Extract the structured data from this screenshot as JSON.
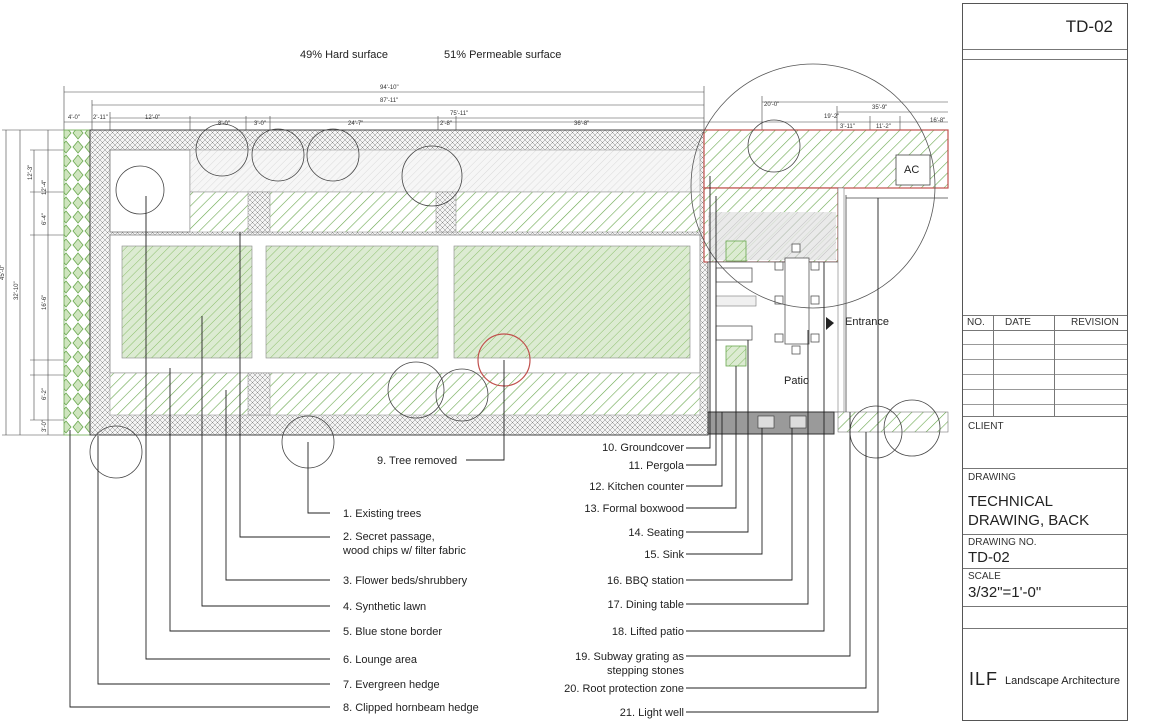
{
  "stats": {
    "hard": "49% Hard surface",
    "permeable": "51% Permeable surface"
  },
  "dimensions": {
    "top_total": "94'-10\"",
    "top_main": "87'-11\"",
    "top_inner": "75'-11\"",
    "top_left": "4'-0\"",
    "top_left2": "2'-11\"",
    "top_seg1": "12'-0\"",
    "top_seg2": "8'-0\"",
    "top_seg3": "3'-0\"",
    "top_seg4": "24'-7\"",
    "top_seg5": "2'-8\"",
    "top_seg6": "36'-8\"",
    "right_1": "20'-0\"",
    "right_2": "35'-9\"",
    "right_3": "19'-2\"",
    "right_4": "3'-11\"",
    "right_5": "11'-2\"",
    "right_6": "16'-8\"",
    "left_total": "45'-0\"",
    "left_main": "32'-10\"",
    "left_a": "12'-3\"",
    "left_b": "12'-4\"",
    "left_c": "6'-4\"",
    "left_d": "16'-6\"",
    "left_e": "6'-2\"",
    "left_f": "3'-0\""
  },
  "plan_labels": {
    "ac": "AC",
    "entrance": "Entrance",
    "patio": "Patio"
  },
  "legend_left": [
    "1. Existing trees",
    "2. Secret passage,",
    "wood chips w/ filter fabric",
    "3. Flower beds/shrubbery",
    "4. Synthetic lawn",
    "5. Blue stone border",
    "6. Lounge area",
    "7. Evergreen hedge",
    "8. Clipped hornbeam hedge"
  ],
  "legend_tree_removed": "9. Tree removed",
  "legend_right": [
    "10. Groundcover",
    "11. Pergola",
    "12. Kitchen counter",
    "13. Formal boxwood",
    "14. Seating",
    "15. Sink",
    "16. BBQ station",
    "17. Dining table",
    "18. Lifted patio",
    "19. Subway grating as",
    "stepping stones",
    "20. Root protection zone",
    "21. Light well"
  ],
  "title_block": {
    "sheet_id": "TD-02",
    "rev_headers": [
      "NO.",
      "DATE",
      "REVISION"
    ],
    "client_label": "CLIENT",
    "drawing_label": "DRAWING",
    "drawing_title_1": "TECHNICAL",
    "drawing_title_2": "DRAWING, BACK",
    "drawing_no_label": "DRAWING NO.",
    "drawing_no": "TD-02",
    "scale_label": "SCALE",
    "scale": "3/32\"=1'-0\"",
    "firm_mark": "ILF",
    "firm_name": "Landscape Architecture"
  },
  "colors": {
    "hatch_green": "#6aa84f",
    "lawn": "#d9ead3",
    "border_red": "#c0504d",
    "hedge": "#8bbf6a"
  }
}
